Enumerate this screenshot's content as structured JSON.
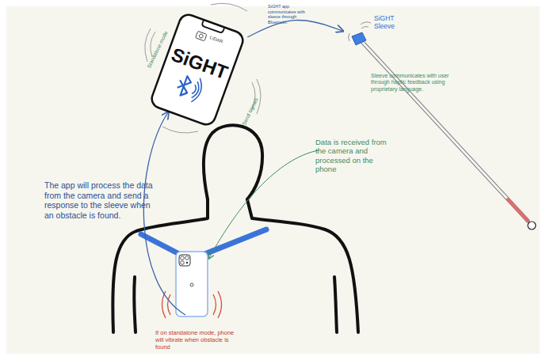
{
  "diagram": {
    "nodes": [
      {
        "text": [
          "LiDAR",
          "SiGHT"
        ]
      },
      {
        "text": [
          "SiGHT Sleeve"
        ]
      }
    ],
    "edges": [
      {
        "from": 0,
        "to": 1,
        "arrow": "to"
      }
    ],
    "labels": [
      "SiGHT app communicates with sleeve through Bluetooth.",
      "Standalone mode",
      "Send signals",
      "Sleeve communicates with user through haptic feedback using proprietary language.",
      "The app will process the data from the camera and send a response to the sleeve when an obstacle is found.",
      "Data is received from the camera and processed on the phone",
      "If on standalone mode, phone will vibrate when obstacle is found"
    ]
  }
}
